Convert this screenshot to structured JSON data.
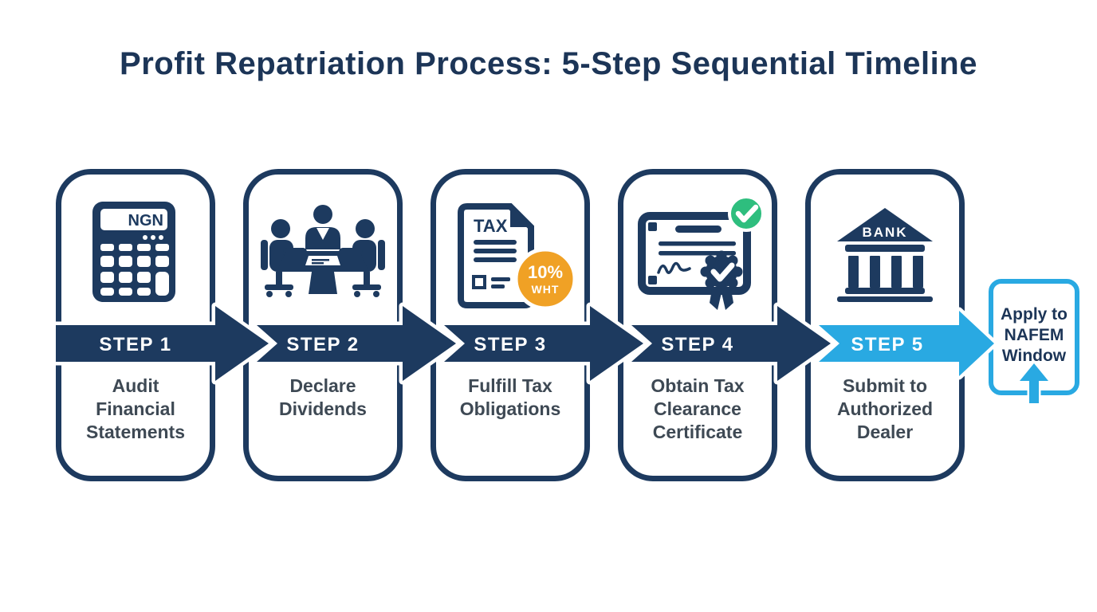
{
  "title": "Profit Repatriation Process: 5-Step Sequential Timeline",
  "colors": {
    "navy": "#1D3A5F",
    "light_blue": "#29A9E2",
    "orange": "#F0A125",
    "green": "#2EBE7E",
    "body_text": "#3E4954",
    "title_text": "#1C3557",
    "step_label_text": "#FFFFFF",
    "background": "#FFFFFF"
  },
  "steps": [
    {
      "label": "STEP 1",
      "description": "Audit Financial Statements",
      "lines": [
        "Audit",
        "Financial",
        "Statements"
      ],
      "icon": "calculator-icon",
      "icon_label": "NGN",
      "arrow_color": "#1D3A5F"
    },
    {
      "label": "STEP 2",
      "description": "Declare Dividends",
      "lines": [
        "Declare",
        "Dividends"
      ],
      "icon": "board-meeting-icon",
      "arrow_color": "#1D3A5F"
    },
    {
      "label": "STEP 3",
      "description": "Fulfill Tax Obligations",
      "lines": [
        "Fulfill Tax",
        "Obligations"
      ],
      "icon": "tax-document-icon",
      "doc_label": "TAX",
      "badge": {
        "line1": "10%",
        "line2": "WHT"
      },
      "arrow_color": "#1D3A5F"
    },
    {
      "label": "STEP 4",
      "description": "Obtain Tax Clearance Certificate",
      "lines": [
        "Obtain Tax",
        "Clearance",
        "Certificate"
      ],
      "icon": "certificate-icon",
      "arrow_color": "#1D3A5F"
    },
    {
      "label": "STEP 5",
      "description": "Submit to Authorized Dealer",
      "lines": [
        "Submit to",
        "Authorized",
        "Dealer"
      ],
      "icon": "bank-icon",
      "icon_label": "BANK",
      "arrow_color": "#29A9E2"
    }
  ],
  "final_node": {
    "label": "Apply to NAFEM Window",
    "lines": [
      "Apply to",
      "NAFEM",
      "Window"
    ],
    "icon": "arrow-up-icon",
    "border_color": "#29A9E2"
  }
}
